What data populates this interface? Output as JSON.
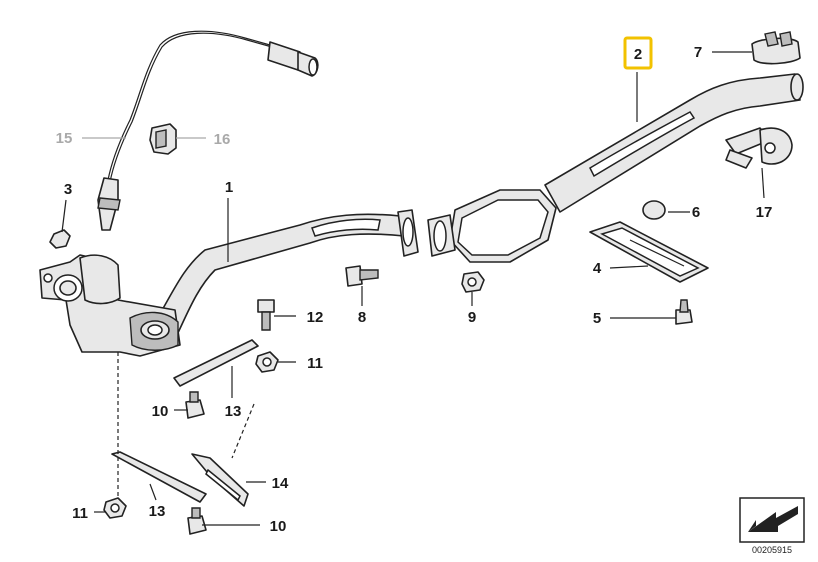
{
  "diagram": {
    "callouts": [
      {
        "id": "1",
        "label": "1"
      },
      {
        "id": "2",
        "label": "2",
        "highlighted": true
      },
      {
        "id": "3",
        "label": "3"
      },
      {
        "id": "4",
        "label": "4"
      },
      {
        "id": "5",
        "label": "5"
      },
      {
        "id": "6",
        "label": "6"
      },
      {
        "id": "7",
        "label": "7"
      },
      {
        "id": "8",
        "label": "8"
      },
      {
        "id": "9",
        "label": "9"
      },
      {
        "id": "10a",
        "label": "10"
      },
      {
        "id": "10b",
        "label": "10"
      },
      {
        "id": "11a",
        "label": "11"
      },
      {
        "id": "11b",
        "label": "11"
      },
      {
        "id": "12",
        "label": "12"
      },
      {
        "id": "13a",
        "label": "13"
      },
      {
        "id": "13b",
        "label": "13"
      },
      {
        "id": "14",
        "label": "14"
      },
      {
        "id": "15",
        "label": "15",
        "dimmed": true
      },
      {
        "id": "16",
        "label": "16",
        "dimmed": true
      },
      {
        "id": "17",
        "label": "17"
      }
    ],
    "document_number": "00205915",
    "highlight_color": "#f2c200",
    "dimmed_color": "#a9a9a9",
    "icons": [
      "exhaust-pipe-icon",
      "catalytic-converter-icon",
      "oxygen-sensor-icon",
      "clamp-icon",
      "hanger-bracket-icon",
      "bolt-icon",
      "nut-icon",
      "heat-shield-icon",
      "rubber-mount-icon",
      "rubber-plug-icon",
      "nav-arrow-icon"
    ]
  }
}
